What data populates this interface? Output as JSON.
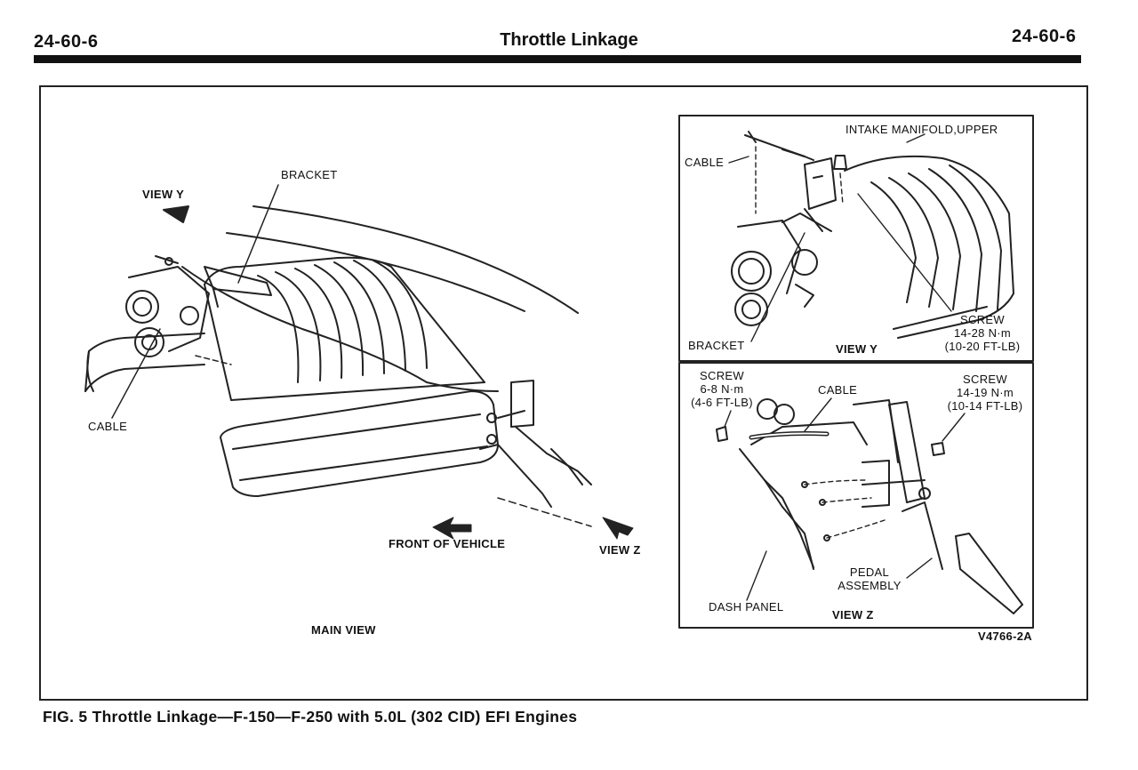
{
  "header": {
    "page_left": "24-60-6",
    "title": "Throttle Linkage",
    "page_right": "24-60-6"
  },
  "main_view": {
    "view_y": "VIEW Y",
    "bracket": "BRACKET",
    "cable": "CABLE",
    "front": "FRONT OF VEHICLE",
    "view_z": "VIEW Z",
    "main_label": "MAIN VIEW"
  },
  "inset_y": {
    "intake": "INTAKE MANIFOLD,UPPER",
    "cable": "CABLE",
    "screw_lines": [
      "SCREW",
      "14-28 N·m",
      "(10-20 FT-LB)"
    ],
    "bracket": "BRACKET",
    "view": "VIEW Y"
  },
  "inset_z": {
    "screw_left_lines": [
      "SCREW",
      "6-8 N·m",
      "(4-6 FT-LB)"
    ],
    "cable": "CABLE",
    "screw_right_lines": [
      "SCREW",
      "14-19 N·m",
      "(10-14 FT-LB)"
    ],
    "pedal_lines": [
      "PEDAL",
      "ASSEMBLY"
    ],
    "dash": "DASH PANEL",
    "view": "VIEW Z"
  },
  "figure_id": "V4766-2A",
  "caption": "FIG. 5 Throttle Linkage—F-150—F-250 with 5.0L (302 CID) EFI Engines"
}
